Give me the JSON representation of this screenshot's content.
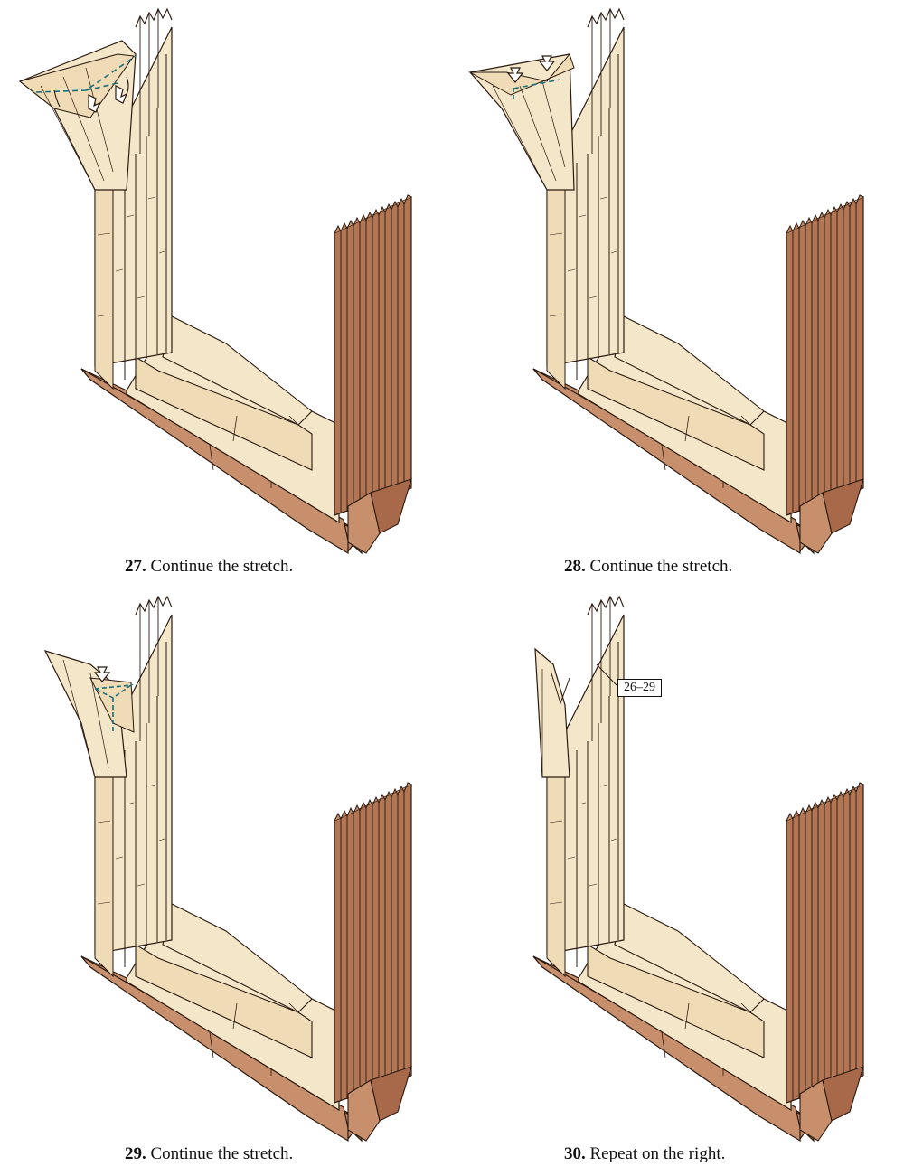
{
  "colors": {
    "paper_light": "#f4e6c8",
    "paper_light_edge": "#e8d3ac",
    "paper_dark": "#c88f6c",
    "paper_dark_deep": "#a8694a",
    "stroke": "#2a1a10",
    "fold_line": "#1f6f78"
  },
  "steps": [
    {
      "number": "27.",
      "text": "Continue the stretch."
    },
    {
      "number": "28.",
      "text": "Continue the stretch."
    },
    {
      "number": "29.",
      "text": "Continue the stretch."
    },
    {
      "number": "30.",
      "text": "Repeat on the right."
    }
  ],
  "reference_label": "26–29"
}
